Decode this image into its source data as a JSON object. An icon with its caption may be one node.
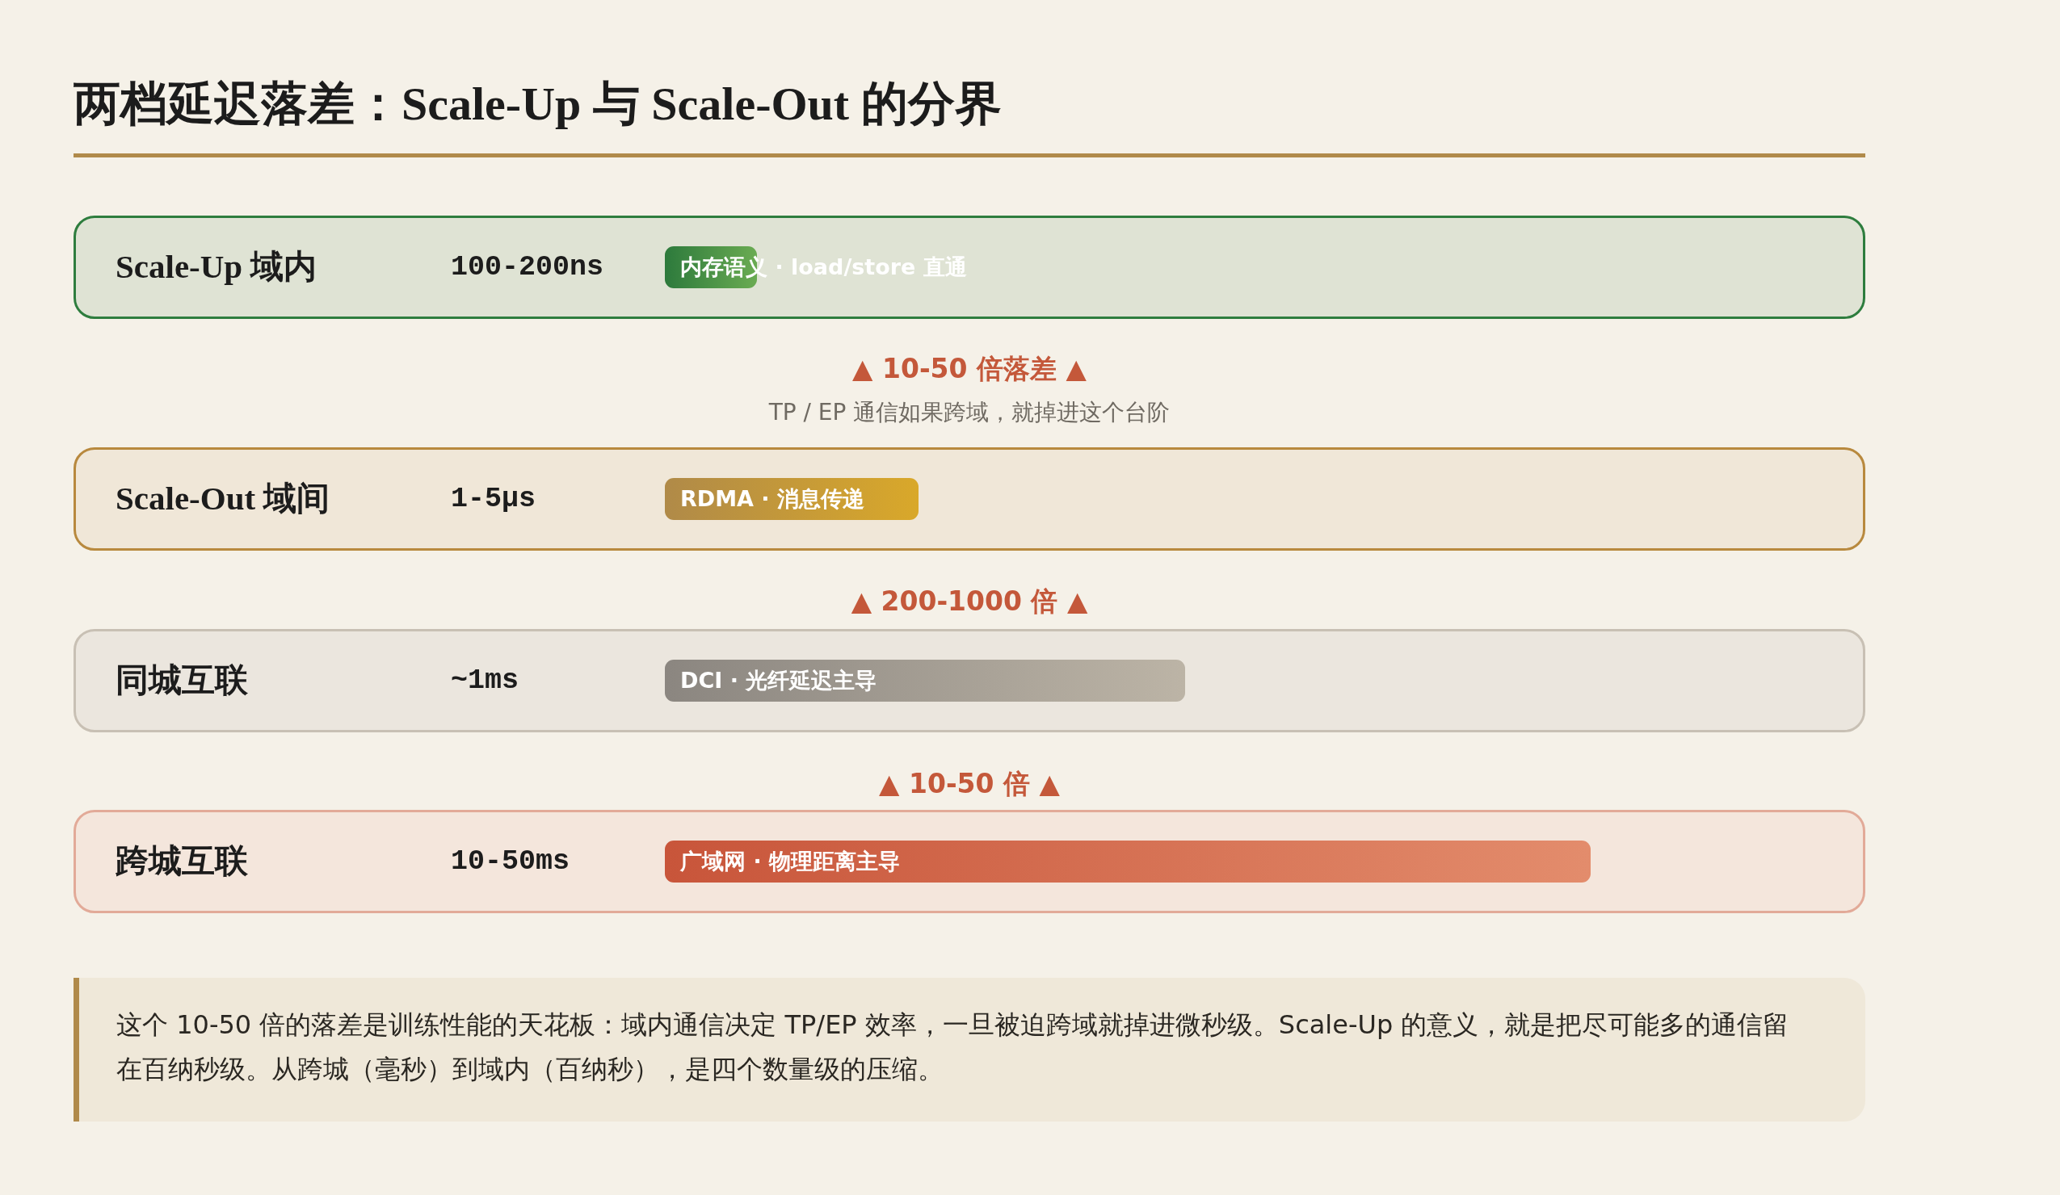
{
  "diagram": {
    "title": "两档延迟落差：Scale-Up 与 Scale-Out 的分界",
    "nodes": [
      {
        "text": [
          "Scale-Up 域内",
          "100-200ns"
        ]
      },
      {
        "text": [
          "内存语义 · load/store 直通"
        ],
        "in": 0
      },
      {
        "text": [
          "Scale-Out 域间",
          "1-5μs"
        ]
      },
      {
        "text": [
          "RDMA · 消息传递"
        ],
        "in": 2
      },
      {
        "text": [
          "同城互联",
          "~1ms"
        ]
      },
      {
        "text": [
          "DCI · 光纤延迟主导"
        ],
        "in": 4
      },
      {
        "text": [
          "跨城互联",
          "10-50ms"
        ]
      },
      {
        "text": [
          "广域网 · 物理距离主导"
        ],
        "in": 6
      },
      {
        "text": [
          "这个 10-50 倍的落差是训练性能的天花板：域内通信决定 TP/EP 效率，一旦被迫跨域就掉进微秒级。Scale-Up 的意义，就是把尽可能多的通信留在百纳秒级。从跨城（毫秒）到域内（百纳秒），是四个数量级的压缩。"
        ]
      }
    ],
    "labels": [
      "▲ 10-50 倍落差 ▲",
      "TP / EP 通信如果跨域，就掉进这个台阶",
      "▲ 200-1000 倍 ▲",
      "▲ 10-50 倍 ▲"
    ]
  }
}
